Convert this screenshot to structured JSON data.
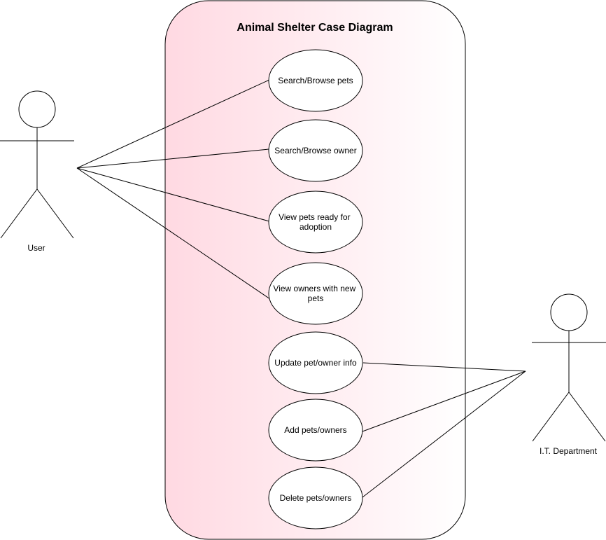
{
  "system": {
    "title": "Animal Shelter Case Diagram",
    "gradient_start": "#FFD9E2",
    "gradient_end": "#FFFFFF"
  },
  "actors": {
    "user": {
      "label": "User"
    },
    "it": {
      "label": "I.T. Department"
    }
  },
  "use_cases": [
    {
      "id": "search-browse-pets",
      "lines": [
        "Search/Browse pets"
      ]
    },
    {
      "id": "search-browse-owner",
      "lines": [
        "Search/Browse owner"
      ]
    },
    {
      "id": "view-pets-ready",
      "lines": [
        "View pets ready for",
        "adoption"
      ]
    },
    {
      "id": "view-owners-new-pets",
      "lines": [
        "View owners with new",
        "pets"
      ]
    },
    {
      "id": "update-pet-owner-info",
      "lines": [
        "Update pet/owner info"
      ]
    },
    {
      "id": "add-pets-owners",
      "lines": [
        "Add pets/owners"
      ]
    },
    {
      "id": "delete-pets-owners",
      "lines": [
        "Delete pets/owners"
      ]
    }
  ]
}
